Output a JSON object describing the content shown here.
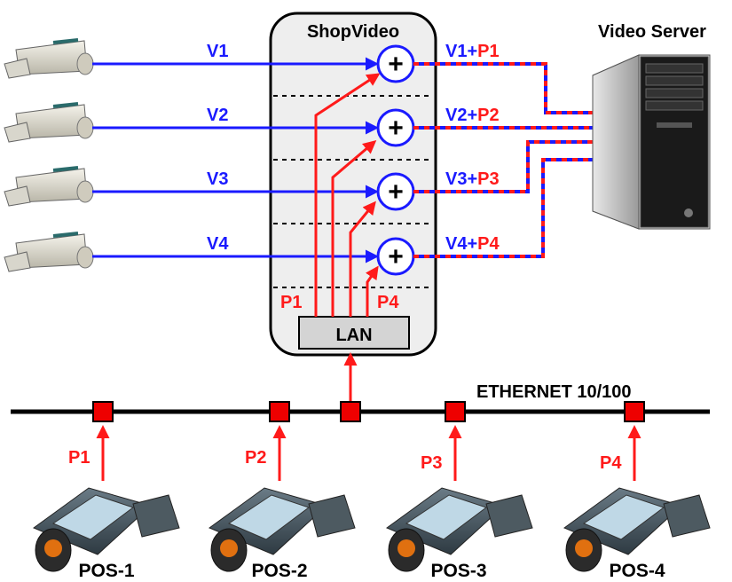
{
  "box": {
    "title": "ShopVideo",
    "lan": "LAN"
  },
  "server": {
    "title": "Video Server"
  },
  "network": {
    "label": "ETHERNET 10/100"
  },
  "channels": [
    {
      "v": "V1",
      "combo_v": "V1",
      "plus": "+",
      "combo_p": "P1"
    },
    {
      "v": "V2",
      "combo_v": "V2",
      "plus": "+",
      "combo_p": "P2"
    },
    {
      "v": "V3",
      "combo_v": "V3",
      "plus": "+",
      "combo_p": "P3"
    },
    {
      "v": "V4",
      "combo_v": "V4",
      "plus": "+",
      "combo_p": "P4"
    }
  ],
  "inner_labels": {
    "left": "P1",
    "right": "P4"
  },
  "pos": [
    {
      "name": "POS-1",
      "p": "P1"
    },
    {
      "name": "POS-2",
      "p": "P2"
    },
    {
      "name": "POS-3",
      "p": "P3"
    },
    {
      "name": "POS-4",
      "p": "P4"
    }
  ],
  "colors": {
    "blue": "#1a1aff",
    "red": "#ff1a1a",
    "black": "#000000",
    "box_fill": "#eeeeee"
  }
}
